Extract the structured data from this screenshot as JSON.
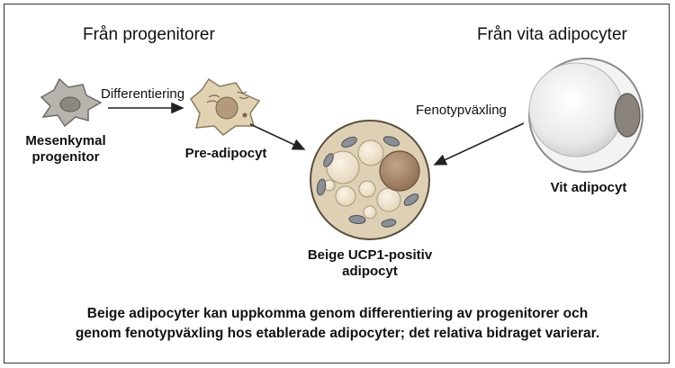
{
  "headers": {
    "left": "Från progenitorer",
    "right": "Från vita adipocyter"
  },
  "arrows": {
    "differentiation": "Differentiering",
    "phenotype_switch": "Fenotypväxling"
  },
  "cells": {
    "mesenchymal_line1": "Mesenkymal",
    "mesenchymal_line2": "progenitor",
    "preadipocyte": "Pre-adipocyt",
    "white_adipocyte": "Vit adipocyt",
    "beige_line1": "Beige UCP1-positiv",
    "beige_line2": "adipocyt"
  },
  "caption": {
    "line1": "Beige adipocyter kan uppkomma genom differentiering av progenitorer och",
    "line2": "genom fenotypväxling hos etablerade adipocyter; det relativa bidraget varierar."
  }
}
